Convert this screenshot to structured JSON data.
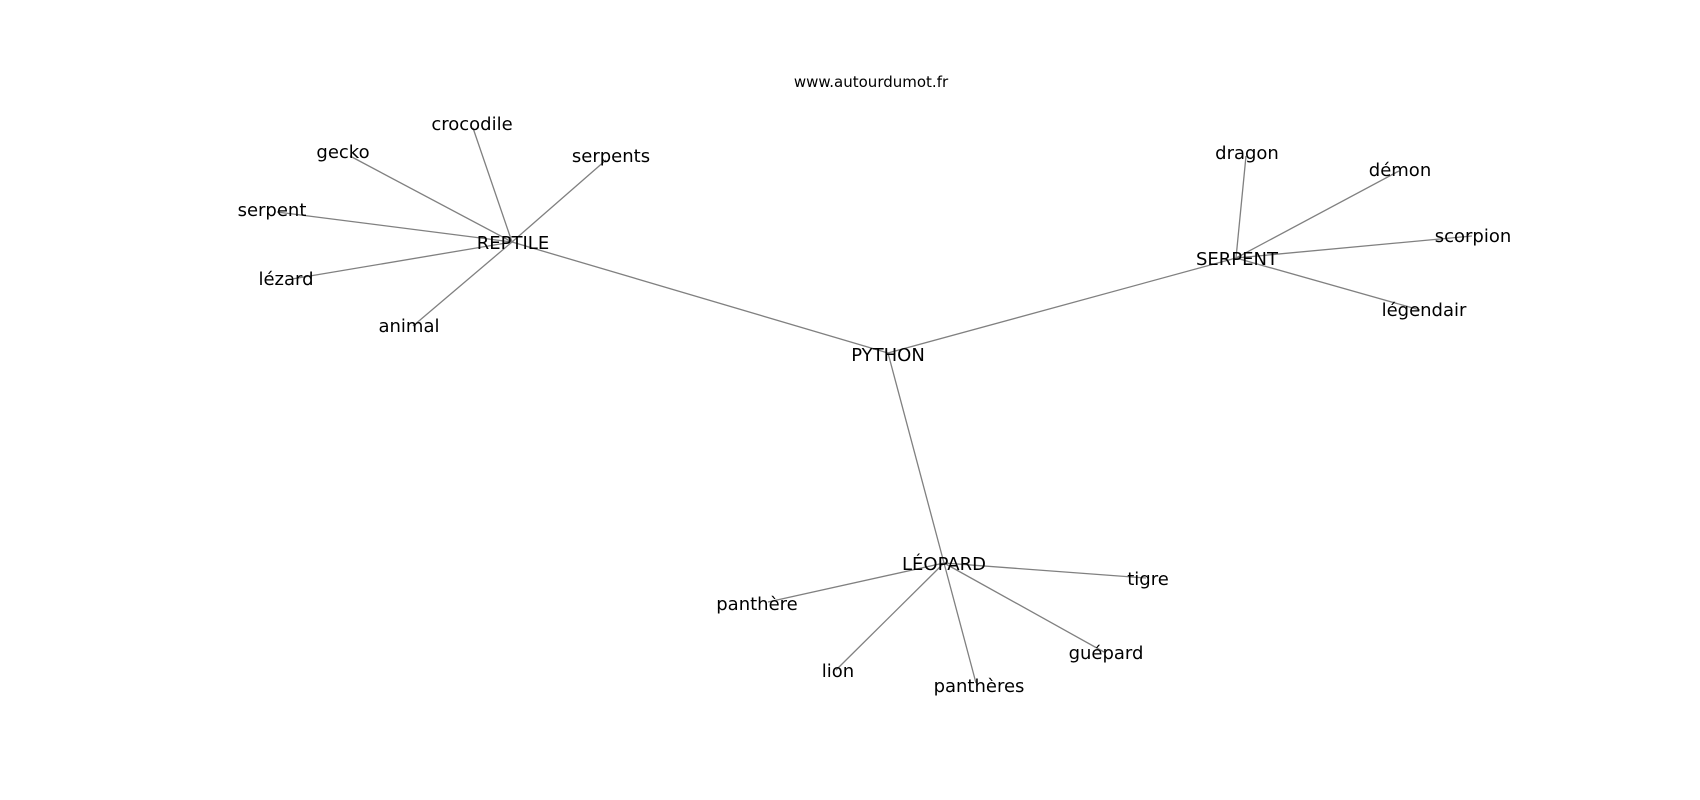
{
  "source": "www.autourdumot.fr",
  "edge_color": "#808080",
  "text_color": "#000000",
  "center": "PYTHON",
  "hubs": [
    {
      "key": "reptile",
      "label": "REPTILE",
      "leaves": [
        "crocodile",
        "gecko",
        "serpents",
        "serpent",
        "lézard",
        "animal"
      ]
    },
    {
      "key": "serpent",
      "label": "SERPENT",
      "leaves": [
        "dragon",
        "démon",
        "scorpion",
        "légendair"
      ]
    },
    {
      "key": "leopard",
      "label": "LÉOPARD",
      "leaves": [
        "tigre",
        "panthère",
        "guépard",
        "lion",
        "panthères"
      ]
    }
  ]
}
